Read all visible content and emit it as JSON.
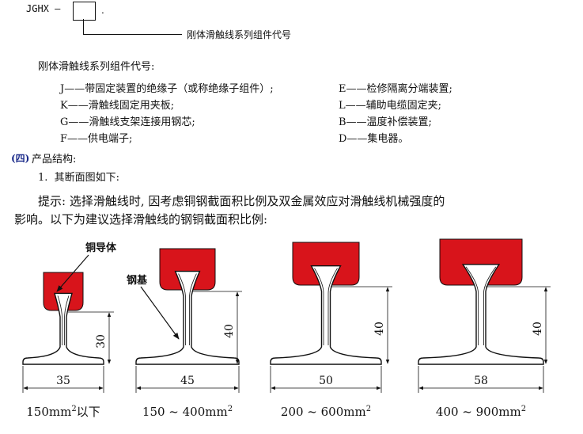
{
  "code_line": {
    "prefix": "JGHX —",
    "suffix": ".",
    "label": "刚体滑触线系列组件代号"
  },
  "codes_heading": "刚体滑触线系列组件代号:",
  "codes_left": [
    "J——带固定装置的绝缘子（或称绝缘子组件）;",
    "K——滑触线固定用夹板;",
    "G——滑触线支架连接用钢芯;",
    "F——供电端子;"
  ],
  "codes_right": [
    "E——检修隔离分端装置;",
    "L——辅助电缆固定夹;",
    "B——温度补偿装置;",
    "D——集电器。"
  ],
  "section": {
    "number": "(四)",
    "title": "产品结构:",
    "item1": "1.  其断面图如下:"
  },
  "tip_line1": "提示: 选择滑触线时, 因考虑铜钢截面积比例及双金属效应对滑触线机械强度的",
  "tip_line2": "影响。以下为建议选择滑触线的钢铜截面积比例:",
  "figure": {
    "copper_label": "铜导体",
    "steel_label": "钢基",
    "copper_color": "#d8141b",
    "profiles": [
      {
        "width": "35",
        "height": "30",
        "caption_main": "150mm",
        "caption_sup": "2",
        "caption_suffix": "以下"
      },
      {
        "width": "45",
        "height": "40",
        "caption_main": "150 ~ 400mm",
        "caption_sup": "2",
        "caption_suffix": ""
      },
      {
        "width": "50",
        "height": "40",
        "caption_main": "200 ~ 600mm",
        "caption_sup": "2",
        "caption_suffix": ""
      },
      {
        "width": "58",
        "height": "40",
        "caption_main": "400 ~ 900mm",
        "caption_sup": "2",
        "caption_suffix": ""
      }
    ]
  }
}
